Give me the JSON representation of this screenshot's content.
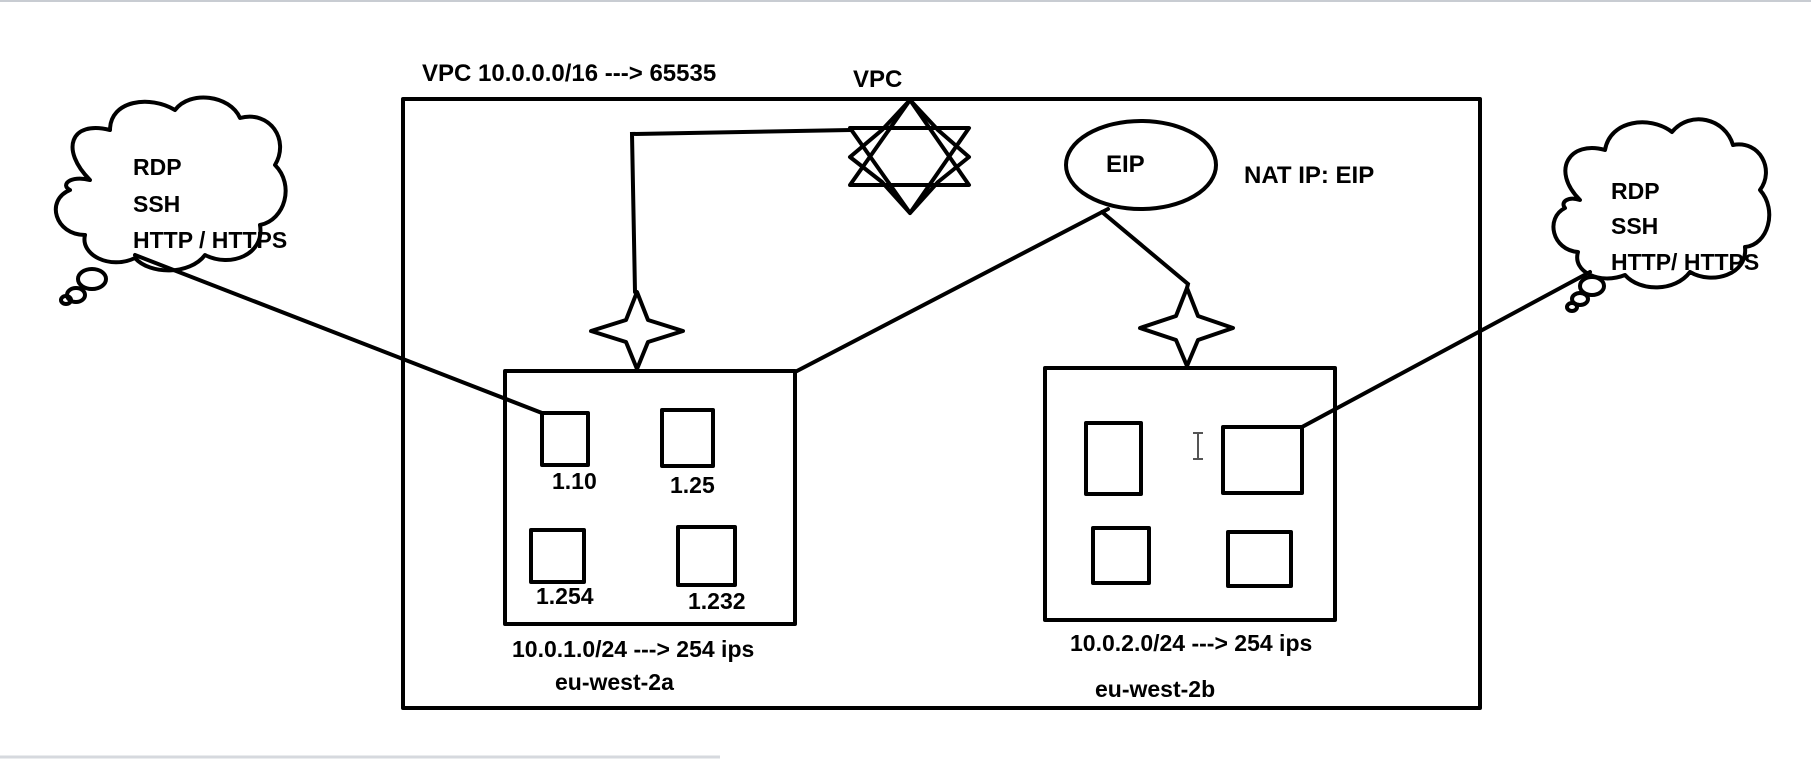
{
  "vpc": {
    "header_label": "VPC   10.0.0.0/16 ---> 65535",
    "gateway_label": "VPC"
  },
  "eip": {
    "label": "EIP",
    "nat_label": "NAT IP: EIP"
  },
  "clouds": {
    "left": {
      "lines": [
        "RDP",
        "SSH",
        "HTTP / HTTPS"
      ]
    },
    "right": {
      "lines": [
        "RDP",
        "SSH",
        "HTTP/ HTTPS"
      ]
    }
  },
  "subnet_a": {
    "cidr_label": "10.0.1.0/24 ---> 254 ips",
    "az_label": "eu-west-2a",
    "hosts": [
      "1.10",
      "1.25",
      "1.254",
      "1.232"
    ]
  },
  "subnet_b": {
    "cidr_label": "10.0.2.0/24 ---> 254 ips",
    "az_label": "eu-west-2b"
  }
}
